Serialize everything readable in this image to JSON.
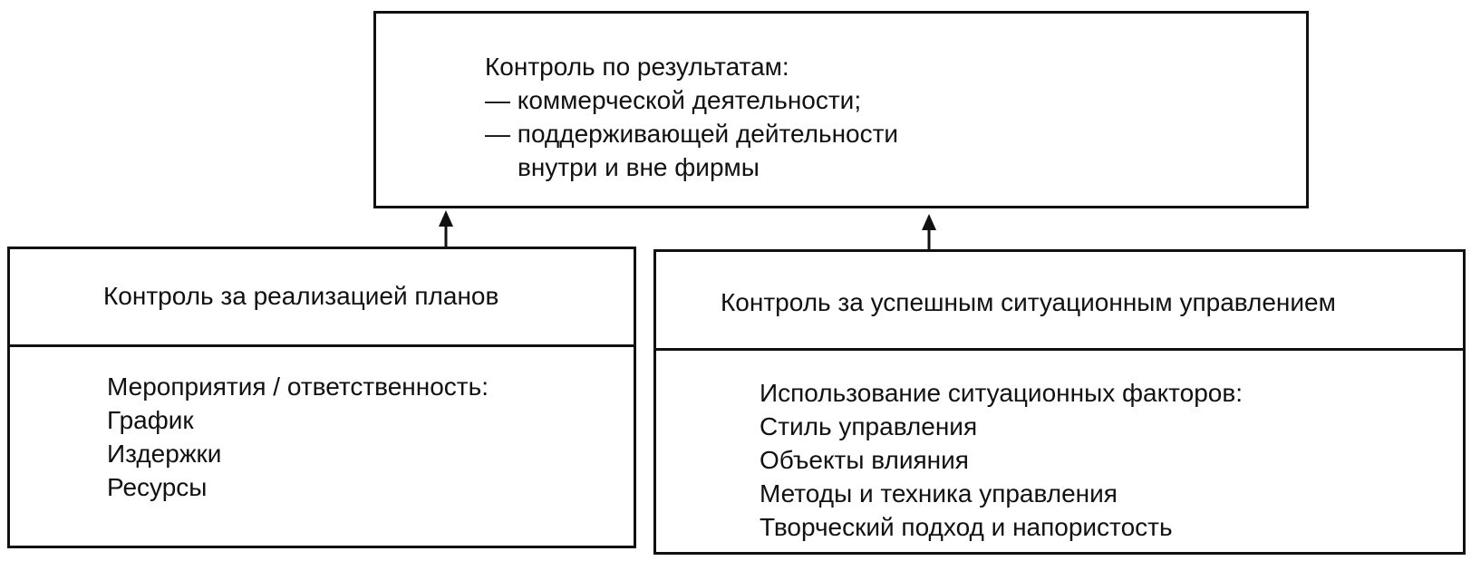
{
  "top_box": {
    "lines": [
      "Контроль по результатам:",
      "— коммерческой деятельности;",
      "— поддерживающей дейтельности",
      "внутри и вне фирмы"
    ]
  },
  "left_box": {
    "title": "Контроль за реализацией планов",
    "items": [
      "Мероприятия / ответственность:",
      "График",
      "Издержки",
      "Ресурсы"
    ]
  },
  "right_box": {
    "title": "Контроль за успешным ситуационным управлением",
    "items": [
      "Использование ситуационных факторов:",
      "Стиль управления",
      "Объекты влияния",
      "Методы и техника управления",
      "Творческий подход и напористость"
    ]
  }
}
